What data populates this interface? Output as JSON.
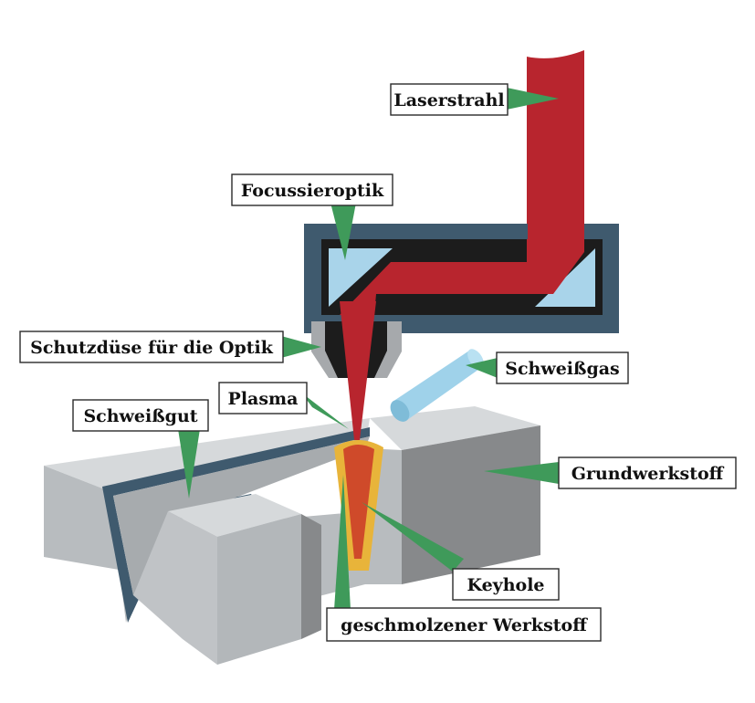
{
  "labels": {
    "laserstrahl": "Laserstrahl",
    "focussieroptik": "Focussieroptik",
    "schutzduese": "Schutzdüse für die Optik",
    "schweissgas": "Schweißgas",
    "plasma": "Plasma",
    "schweissgut": "Schweißgut",
    "grundwerkstoff": "Grundwerkstoff",
    "keyhole": "Keyhole",
    "geschmolzener": "geschmolzener Werkstoff"
  },
  "colors": {
    "laser": "#b8252e",
    "housing": "#3f5a6e",
    "housing_inner": "#1c1c1c",
    "optic": "#a9d4ea",
    "nozzle": "#a6a9ac",
    "gas_tube": "#9fd2ea",
    "block_top": "#d6d9db",
    "block_front": "#b8bcbf",
    "block_side": "#87898b",
    "seam": "#3f5a6e",
    "melt": "#e8b43a",
    "keyhole": "#cf4a2a",
    "pointer": "#3f9a5a"
  }
}
